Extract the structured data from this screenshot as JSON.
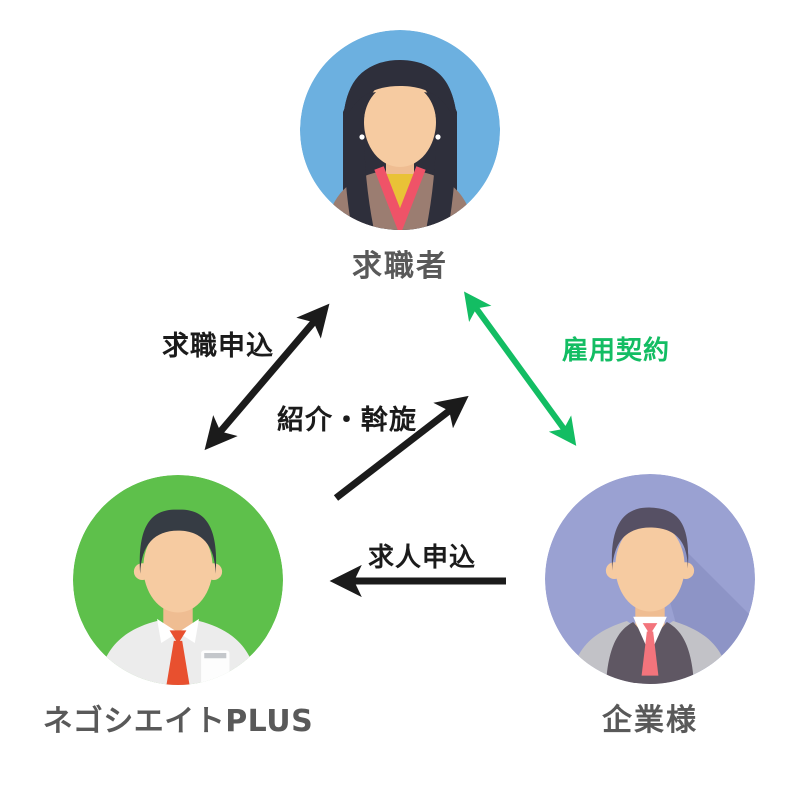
{
  "page": {
    "background": "#ffffff"
  },
  "diagram": {
    "type": "relationship-triangle",
    "entities": [
      {
        "label": "求職者",
        "role": "job-seeker",
        "circle_color": "#6cb0e0",
        "avatar": "woman-long-hair"
      },
      {
        "label": "ネゴシエイトPLUS",
        "role": "agency",
        "circle_color": "#5ec04b",
        "avatar": "man-white-shirt-red-tie"
      },
      {
        "label": "企業様",
        "role": "company",
        "circle_color": "#9aa1d2",
        "avatar": "man-gray-vest-pink-tie"
      }
    ],
    "relations": [
      {
        "label": "求職申込",
        "from": "求職者",
        "to": "ネゴシエイトPLUS",
        "arrow": "double-headed",
        "color": "#1b1b1b"
      },
      {
        "label": "紹介・斡旋",
        "from": "ネゴシエイトPLUS",
        "to": "求職者・企業様",
        "arrow": "single-headed",
        "color": "#1b1b1b"
      },
      {
        "label": "雇用契約",
        "from": "求職者",
        "to": "企業様",
        "arrow": "double-headed",
        "color": "#13bd63"
      },
      {
        "label": "求人申込",
        "from": "企業様",
        "to": "ネゴシエイトPLUS",
        "arrow": "single-headed",
        "color": "#1b1b1b"
      }
    ]
  }
}
